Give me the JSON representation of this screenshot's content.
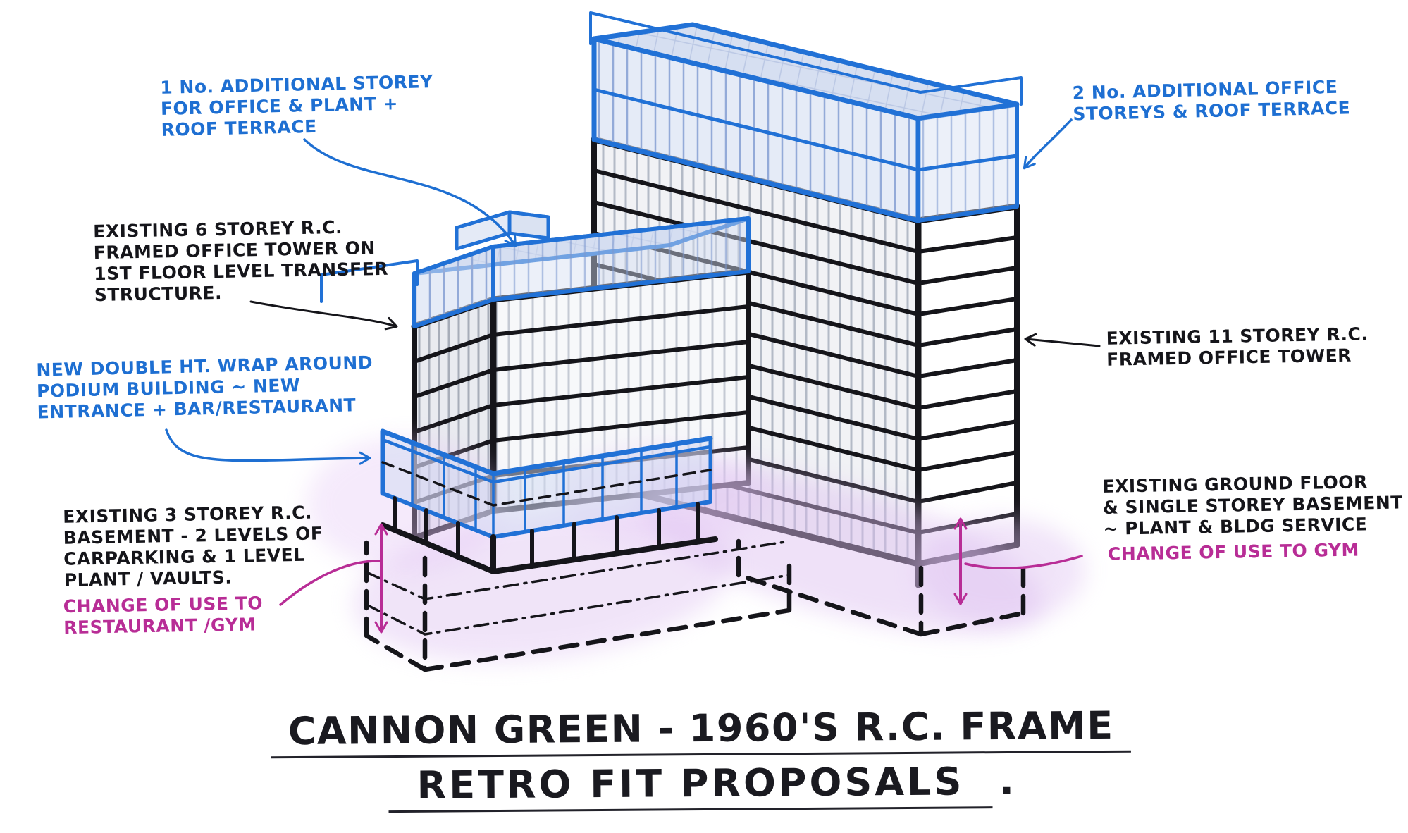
{
  "title": {
    "line1": "CANNON GREEN - 1960'S R.C. FRAME",
    "line2": "RETRO FIT PROPOSALS",
    "period": "."
  },
  "annotations": {
    "addl_storey_left": "1 No. ADDITIONAL STOREY\nFOR OFFICE & PLANT +\nROOF TERRACE",
    "addl_storeys_right": "2 No. ADDITIONAL OFFICE\nSTOREYS & ROOF TERRACE",
    "existing_6_storey": "EXISTING 6 STOREY R.C.\nFRAMED OFFICE TOWER ON\n1ST FLOOR LEVEL TRANSFER\nSTRUCTURE.",
    "new_podium": "NEW DOUBLE HT. WRAP AROUND\nPODIUM BUILDING ~ NEW\nENTRANCE + BAR/RESTAURANT",
    "existing_basement_left": "EXISTING 3 STOREY R.C.\nBASEMENT - 2 LEVELS OF\nCARPARKING & 1 LEVEL\nPLANT / VAULTS.",
    "change_use_left": "CHANGE OF USE TO\nRESTAURANT /GYM",
    "existing_11_storey": "EXISTING 11 STOREY R.C.\nFRAMED OFFICE TOWER",
    "existing_ground_floor": "EXISTING GROUND FLOOR\n& SINGLE STOREY BASEMENT\n~ PLANT & BLDG SERVICE",
    "change_use_right": "CHANGE OF USE TO GYM"
  },
  "colors": {
    "ink_black": "#15151a",
    "ink_blue": "#1e6fd2",
    "ink_magenta": "#b82d96",
    "wash_lavender": "#dcbdf0",
    "glass_blue": "#ccd9f0"
  }
}
